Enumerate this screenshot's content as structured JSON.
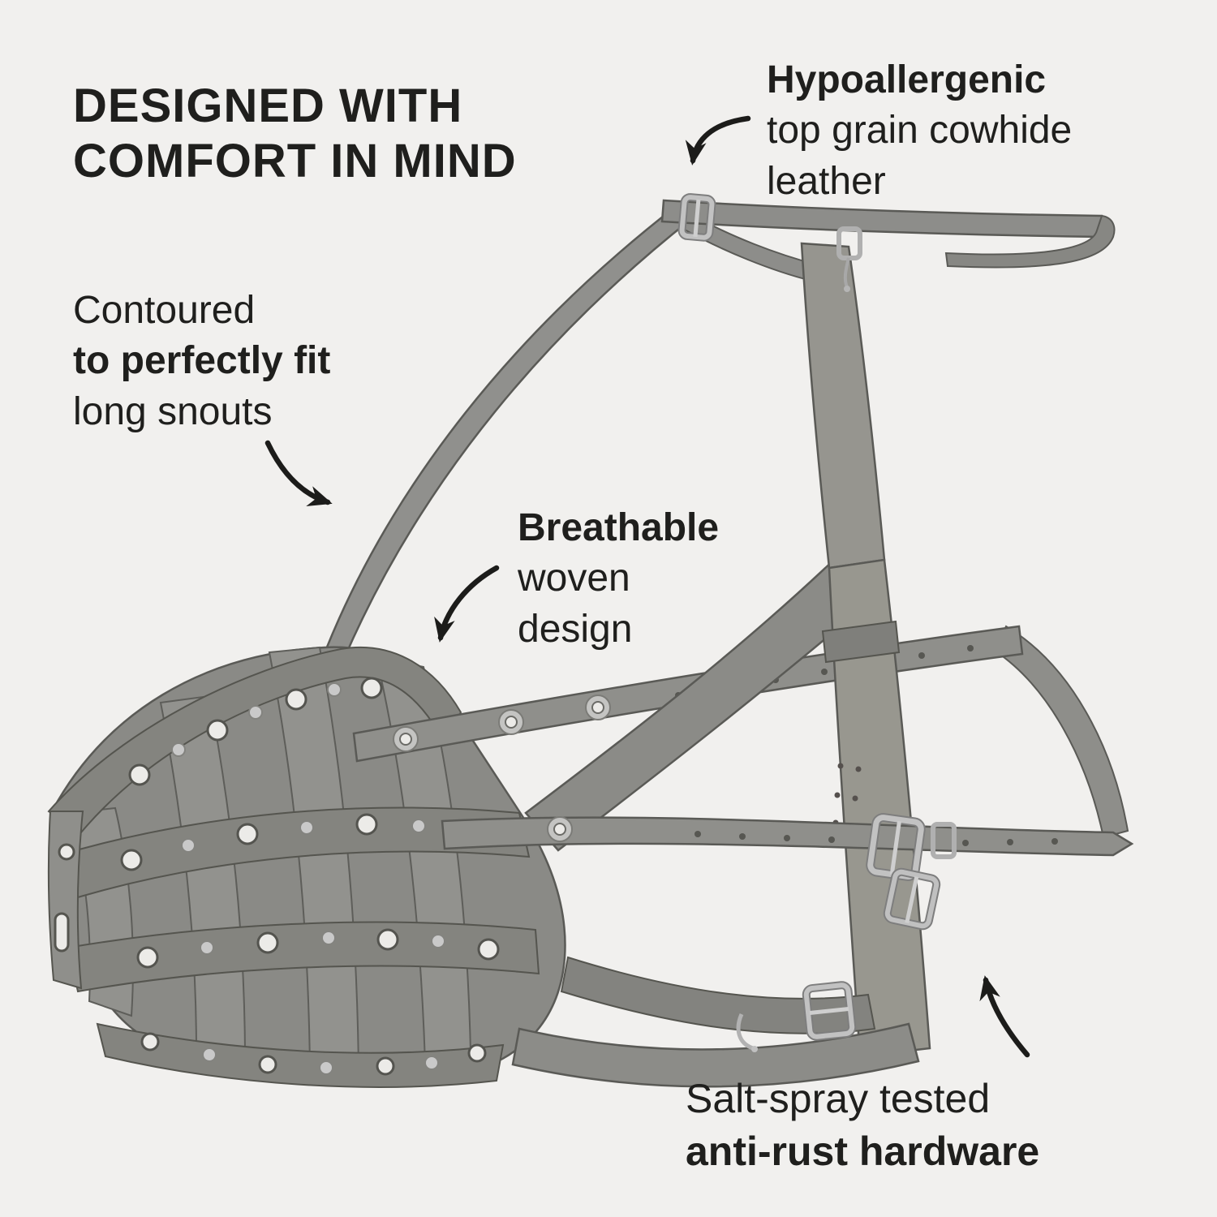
{
  "page": {
    "background": "#f1f0ee",
    "text_color": "#1f1f1d"
  },
  "heading": {
    "line1": "DESIGNED WITH",
    "line2": "COMFORT IN MIND"
  },
  "callouts": {
    "hypoallergenic": {
      "line1": "Hypoallergenic",
      "line2": "top grain cowhide",
      "line3": "leather",
      "arrow_icon": "curved-arrow-down-left"
    },
    "contoured": {
      "line1": "Contoured",
      "line2": "to perfectly fit",
      "line3": "long snouts",
      "arrow_icon": "curved-arrow-down-right"
    },
    "breathable": {
      "line1": "Breathable",
      "line2": "woven",
      "line3": "design",
      "arrow_icon": "curved-arrow-down-left"
    },
    "hardware": {
      "line1": "Salt-spray tested",
      "line2": "anti-rust hardware",
      "arrow_icon": "curved-arrow-up"
    }
  },
  "product": {
    "description": "gray leather basket dog muzzle with woven straps, punched ventilation holes, adjustable head straps and silver metal buckles",
    "colors": {
      "leather": "#8d8d8a",
      "leather_shadow": "#84847f",
      "leather_light": "#95948f",
      "strap_edge": "#55554f",
      "metal": "#c2c2c2",
      "metal_dark": "#7e7e7e"
    }
  }
}
